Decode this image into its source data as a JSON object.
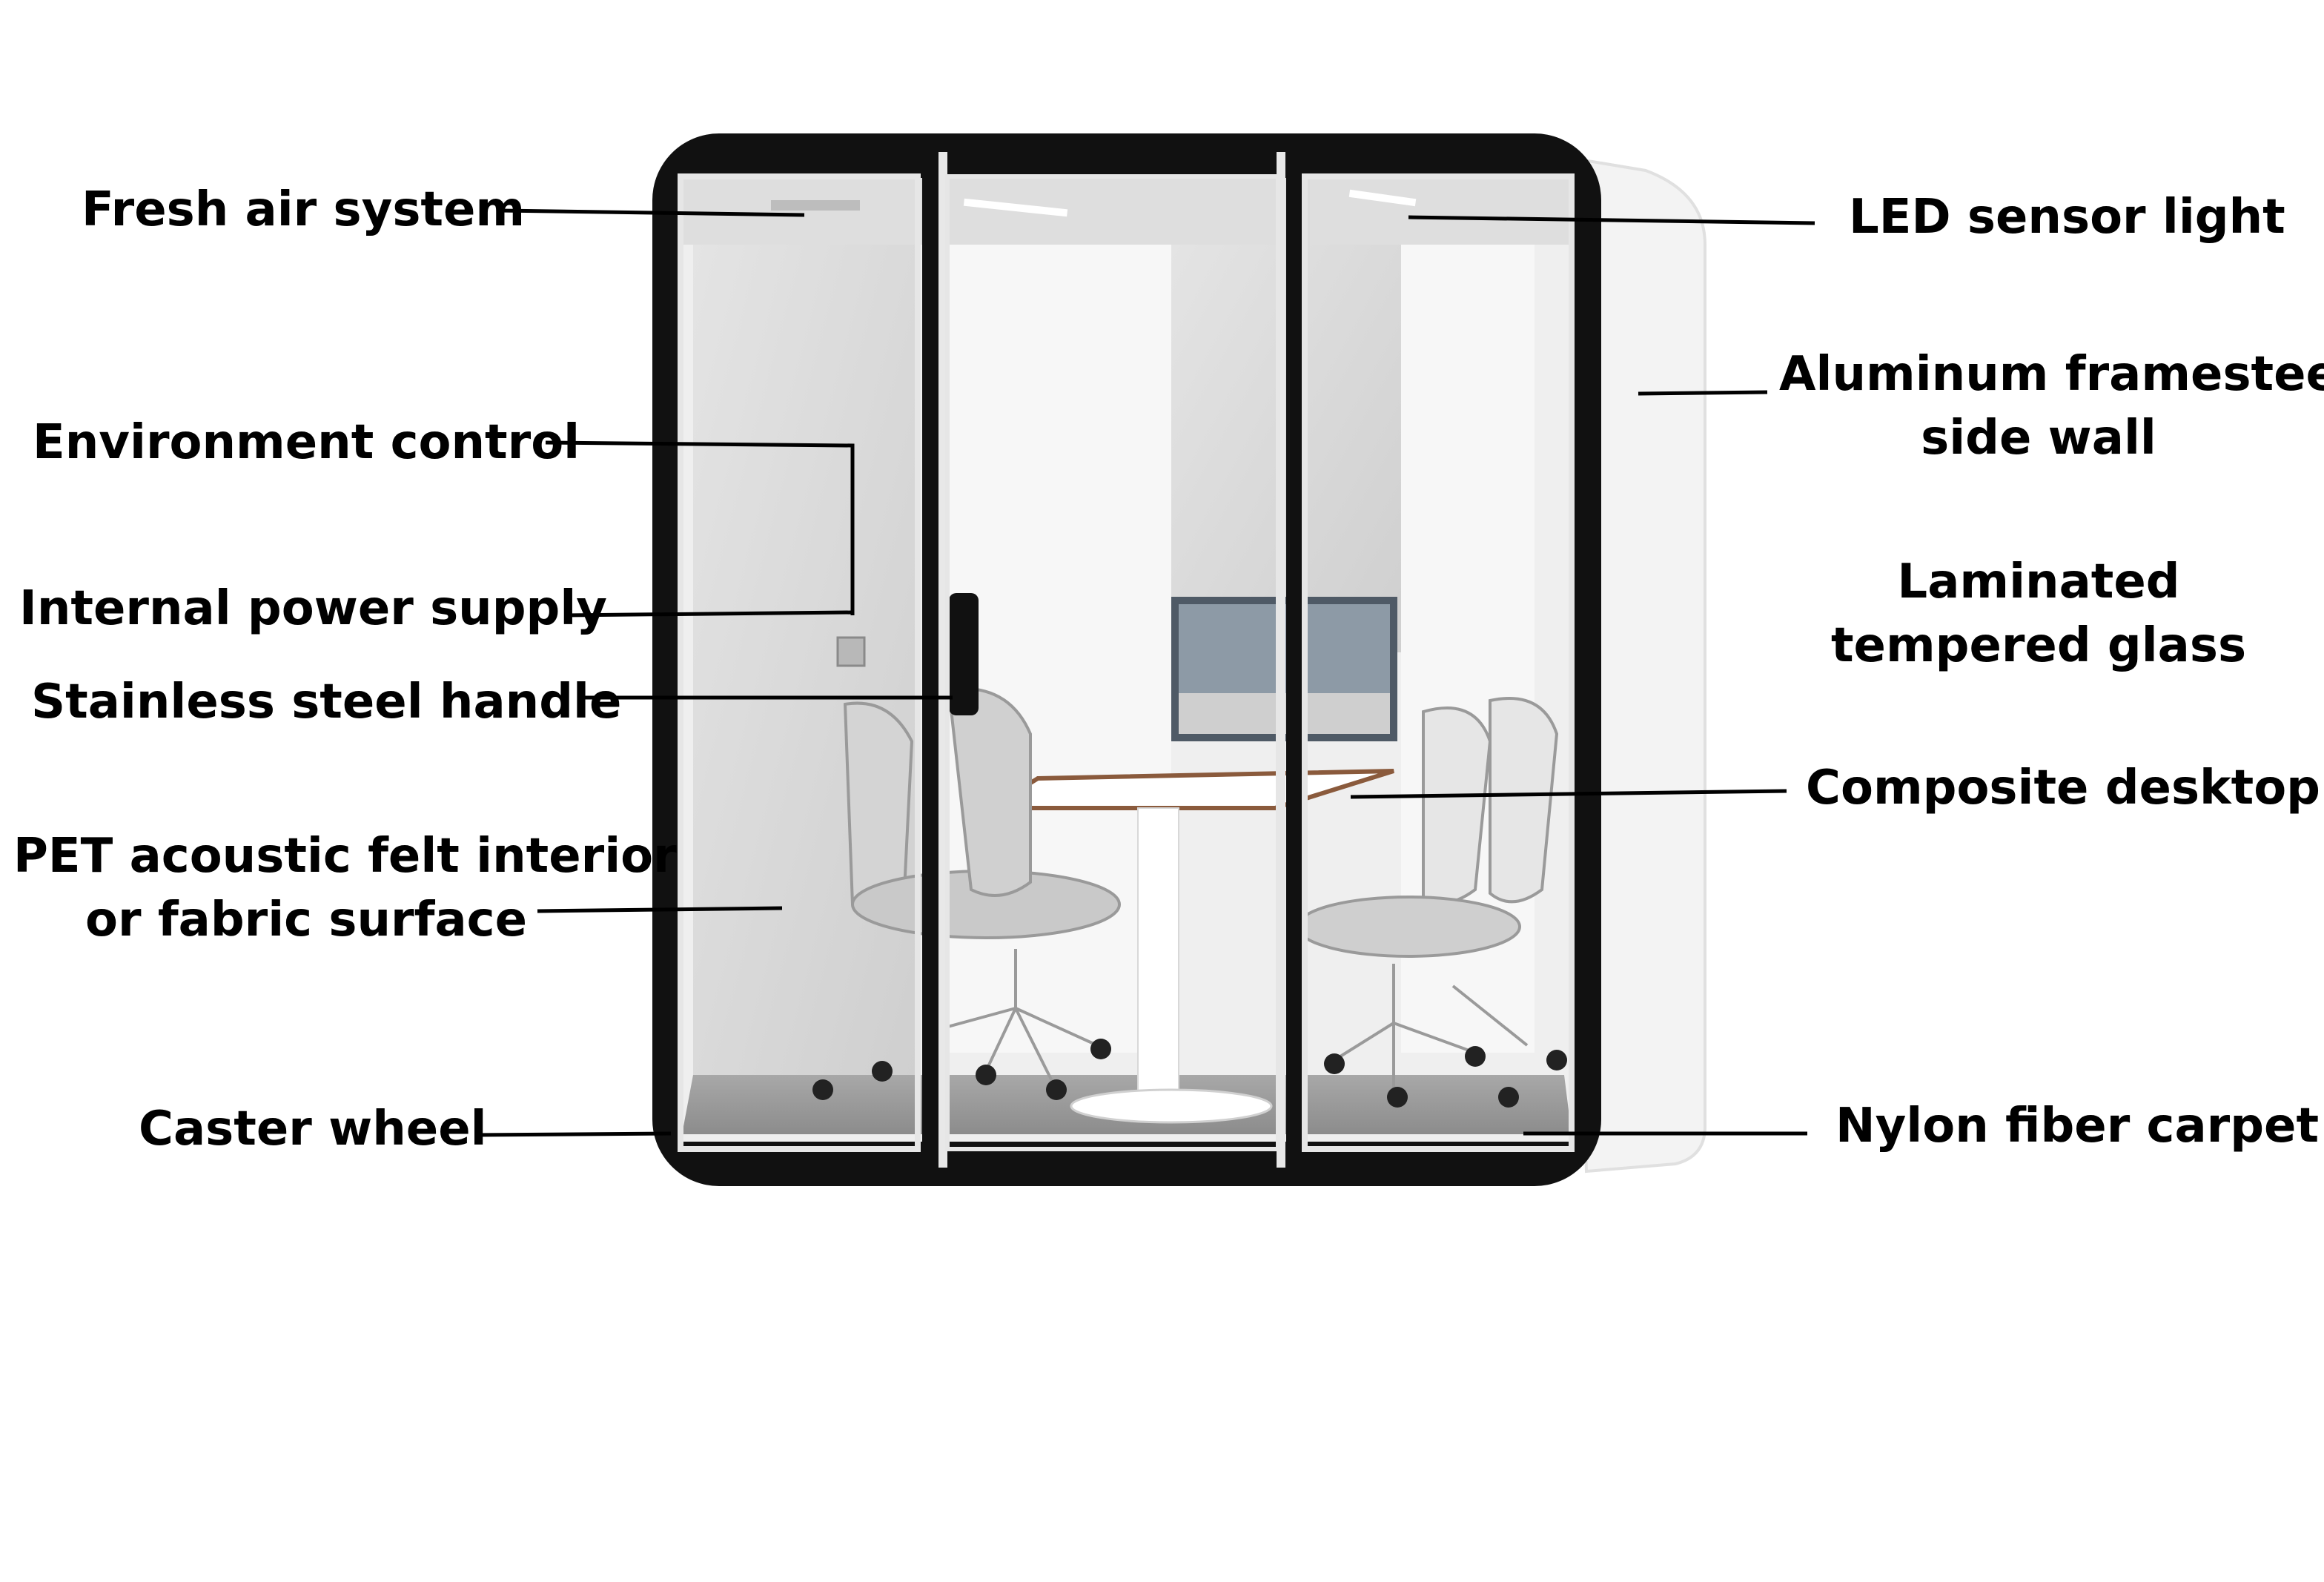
{
  "callouts": {
    "fresh_air": "Fresh air system",
    "environment": "Environment control",
    "power": "Internal power supply",
    "handle": "Stainless steel handle",
    "felt": [
      "PET acoustic felt interior",
      "or fabric surface"
    ],
    "caster": "Caster wheel",
    "led": "LED sensor light",
    "aluminum": [
      "Aluminum framesteel",
      "side wall"
    ],
    "glass": [
      "Laminated",
      "tempered glass"
    ],
    "desktop": "Composite desktop",
    "carpet": "Nylon fiber carpet"
  },
  "colors": {
    "frame": "#111111",
    "felt": "#dcdcdc",
    "wall": "#f2f2f2",
    "carpet": "#9a9a9a",
    "desktop_edge": "#8a5a3c"
  }
}
